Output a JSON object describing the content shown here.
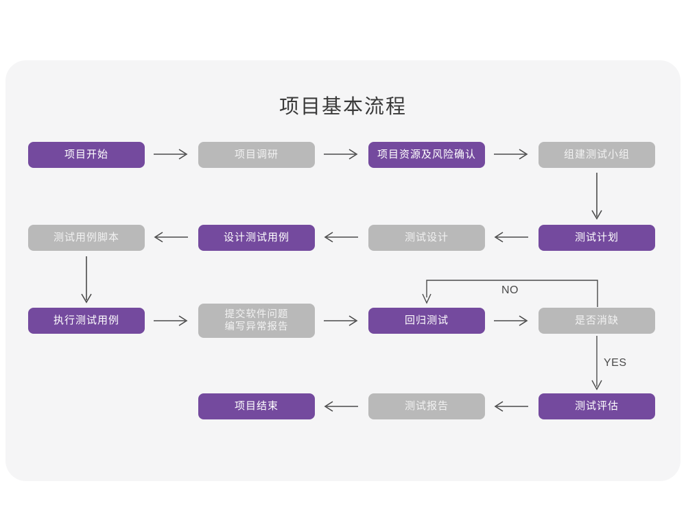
{
  "chart_data": {
    "type": "diagram",
    "title": "项目基本流程",
    "nodes": [
      {
        "id": "n1",
        "label": "项目开始",
        "style": "purple",
        "row": 1,
        "col": 1
      },
      {
        "id": "n2",
        "label": "项目调研",
        "style": "gray",
        "row": 1,
        "col": 2
      },
      {
        "id": "n3",
        "label": "项目资源及风险确认",
        "style": "purple",
        "row": 1,
        "col": 3
      },
      {
        "id": "n4",
        "label": "组建测试小组",
        "style": "gray",
        "row": 1,
        "col": 4
      },
      {
        "id": "n5",
        "label": "测试用例脚本",
        "style": "gray",
        "row": 2,
        "col": 1
      },
      {
        "id": "n6",
        "label": "设计测试用例",
        "style": "purple",
        "row": 2,
        "col": 2
      },
      {
        "id": "n7",
        "label": "测试设计",
        "style": "gray",
        "row": 2,
        "col": 3
      },
      {
        "id": "n8",
        "label": "测试计划",
        "style": "purple",
        "row": 2,
        "col": 4
      },
      {
        "id": "n9",
        "label": "执行测试用例",
        "style": "purple",
        "row": 3,
        "col": 1
      },
      {
        "id": "n10",
        "label": "提交软件问题",
        "label2": "编写异常报告",
        "style": "gray",
        "row": 3,
        "col": 2
      },
      {
        "id": "n11",
        "label": "回归测试",
        "style": "purple",
        "row": 3,
        "col": 3
      },
      {
        "id": "n12",
        "label": "是否消缺",
        "style": "gray",
        "row": 3,
        "col": 4
      },
      {
        "id": "n13",
        "label": "项目结束",
        "style": "purple",
        "row": 4,
        "col": 2
      },
      {
        "id": "n14",
        "label": "测试报告",
        "style": "gray",
        "row": 4,
        "col": 3
      },
      {
        "id": "n15",
        "label": "测试评估",
        "style": "purple",
        "row": 4,
        "col": 4
      }
    ],
    "edges": [
      {
        "from": "n1",
        "to": "n2",
        "dir": "right",
        "label": ""
      },
      {
        "from": "n2",
        "to": "n3",
        "dir": "right",
        "label": ""
      },
      {
        "from": "n3",
        "to": "n4",
        "dir": "right",
        "label": ""
      },
      {
        "from": "n4",
        "to": "n8",
        "dir": "down",
        "label": ""
      },
      {
        "from": "n8",
        "to": "n7",
        "dir": "left",
        "label": ""
      },
      {
        "from": "n7",
        "to": "n6",
        "dir": "left",
        "label": ""
      },
      {
        "from": "n6",
        "to": "n5",
        "dir": "left",
        "label": ""
      },
      {
        "from": "n5",
        "to": "n9",
        "dir": "down",
        "label": ""
      },
      {
        "from": "n9",
        "to": "n10",
        "dir": "right",
        "label": ""
      },
      {
        "from": "n10",
        "to": "n11",
        "dir": "right",
        "label": ""
      },
      {
        "from": "n11",
        "to": "n12",
        "dir": "right",
        "label": ""
      },
      {
        "from": "n12",
        "to": "n11",
        "dir": "loop-back-up",
        "label": "NO"
      },
      {
        "from": "n12",
        "to": "n15",
        "dir": "down",
        "label": "YES"
      },
      {
        "from": "n15",
        "to": "n14",
        "dir": "left",
        "label": ""
      },
      {
        "from": "n14",
        "to": "n13",
        "dir": "left",
        "label": ""
      }
    ],
    "labels": {
      "no": "NO",
      "yes": "YES"
    },
    "colors": {
      "purple": "#744a9e",
      "gray": "#b9b9b9",
      "card_bg": "#f5f5f6",
      "page_bg": "#ffffff",
      "arrow": "#4a4a4a",
      "title_text": "#3a3a3a"
    }
  }
}
